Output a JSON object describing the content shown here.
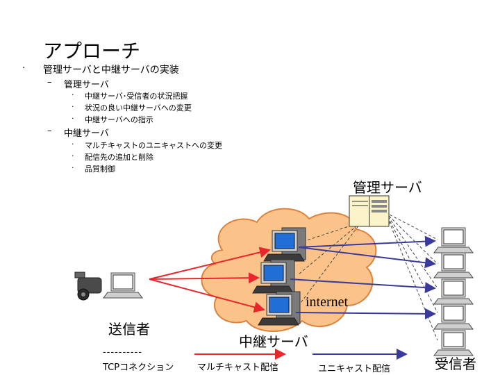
{
  "slide": {
    "title": "アプローチ",
    "bullets": [
      {
        "level": 1,
        "marker": "·",
        "text": "管理サーバと中継サーバの実装"
      },
      {
        "level": 2,
        "marker": "–",
        "text": "管理サーバ"
      },
      {
        "level": 3,
        "marker": "·",
        "text": "中継サーバ･受信者の状況把握"
      },
      {
        "level": 3,
        "marker": "·",
        "text": "状況の良い中継サーバへの変更"
      },
      {
        "level": 3,
        "marker": "·",
        "text": "中継サーバへの指示"
      },
      {
        "level": 2,
        "marker": "–",
        "text": "中継サーバ"
      },
      {
        "level": 3,
        "marker": "·",
        "text": "マルチキャストのユニキャストへの変更"
      },
      {
        "level": 3,
        "marker": "·",
        "text": "配信先の追加と削除"
      },
      {
        "level": 3,
        "marker": "·",
        "text": "品質制御"
      }
    ]
  },
  "diagram": {
    "management_server_label": "管理サーバ",
    "internet_label": "internet",
    "sender_label": "送信者",
    "relay_label": "中継サーバ",
    "receiver_label": "受信者",
    "colors": {
      "multicast": "#e8262b",
      "unicast": "#3a3a9a",
      "cloud": "#fbc38a",
      "cloud_edge": "#d9833e"
    }
  },
  "legend": {
    "tcp_dashes": "----------",
    "tcp_label": "TCPコネクション",
    "multicast_label": "マルチキャスト配信",
    "unicast_label": "ユニキャスト配信"
  }
}
